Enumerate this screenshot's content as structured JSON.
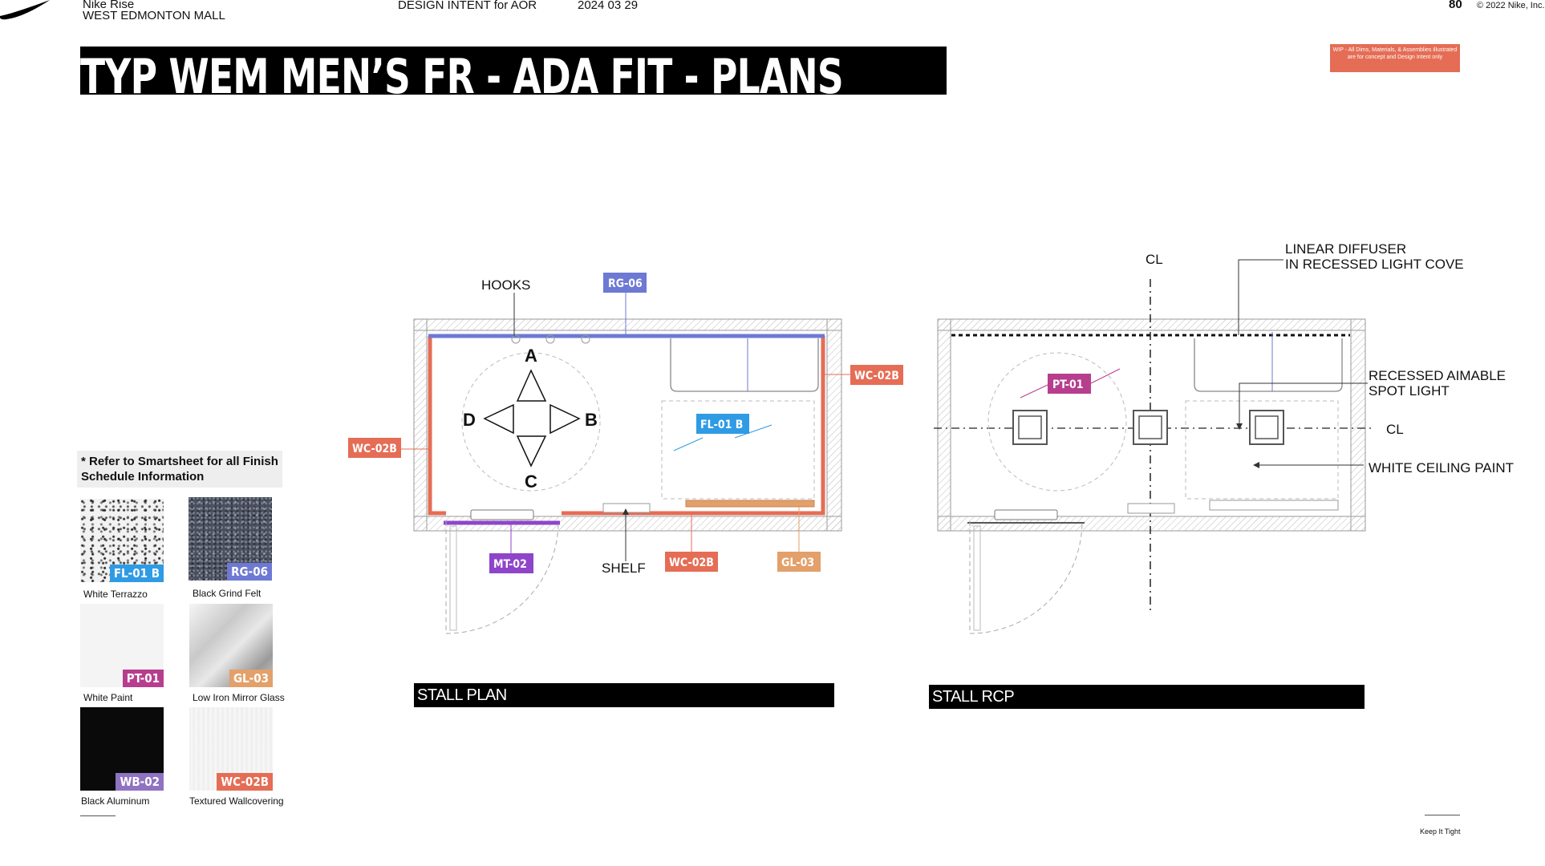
{
  "header": {
    "project": "Nike Rise",
    "location": "WEST EDMONTON MALL",
    "intent": "DESIGN INTENT for AOR",
    "date": "2024 03 29",
    "page_number": "80",
    "copyright": "© 2022 Nike, Inc."
  },
  "title": "TYP WEM MEN’S FR - ADA FIT - PLANS",
  "wip_note": "WIP - All Dims, Materials, & Assemblies illustrated are for concept and Design Intent only",
  "finish_note": "* Refer to Smartsheet for all Finish Schedule Information",
  "finishes": [
    {
      "code": "FL-01 B",
      "name": "White Terrazzo",
      "color": "#2f9be4"
    },
    {
      "code": "RG-06",
      "name": "Black Grind Felt",
      "color": "#6d79d3"
    },
    {
      "code": "PT-01",
      "name": "White Paint",
      "color": "#b73e8e"
    },
    {
      "code": "GL-03",
      "name": "Low Iron Mirror Glass",
      "color": "#e3a06a"
    },
    {
      "code": "WB-02",
      "name": "Black Aluminum",
      "color": "#8f72c1"
    },
    {
      "code": "WC-02B",
      "name": "Textured Wallcovering",
      "color": "#e56d55"
    }
  ],
  "plan": {
    "section_title": "STALL PLAN",
    "labels": {
      "hooks": "HOOKS",
      "shelf": "SHELF",
      "a": "A",
      "b": "B",
      "c": "C",
      "d": "D"
    },
    "tags": {
      "rg": "RG-06",
      "wc_right": "WC-02B",
      "wc_left": "WC-02B",
      "fl": "FL-01 B",
      "mt": "MT-02",
      "wc_bottom": "WC-02B",
      "gl": "GL-03"
    }
  },
  "rcp": {
    "section_title": "STALL RCP",
    "labels": {
      "cl_top": "CL",
      "cl_right": "CL",
      "diffuser_1": "LINEAR DIFFUSER",
      "diffuser_2": "IN RECESSED LIGHT COVE",
      "spot_1": "RECESSED AIMABLE",
      "spot_2": "SPOT LIGHT",
      "ceiling": "WHITE CEILING PAINT"
    },
    "tags": {
      "pt": "PT-01"
    }
  },
  "footer": {
    "tagline": "Keep It Tight"
  },
  "colors": {
    "wc": "#e56d55",
    "rg": "#6d79d3",
    "fl": "#2f9be4",
    "mt": "#8e45c9",
    "gl": "#e3a06a",
    "pt": "#b73e8e"
  }
}
